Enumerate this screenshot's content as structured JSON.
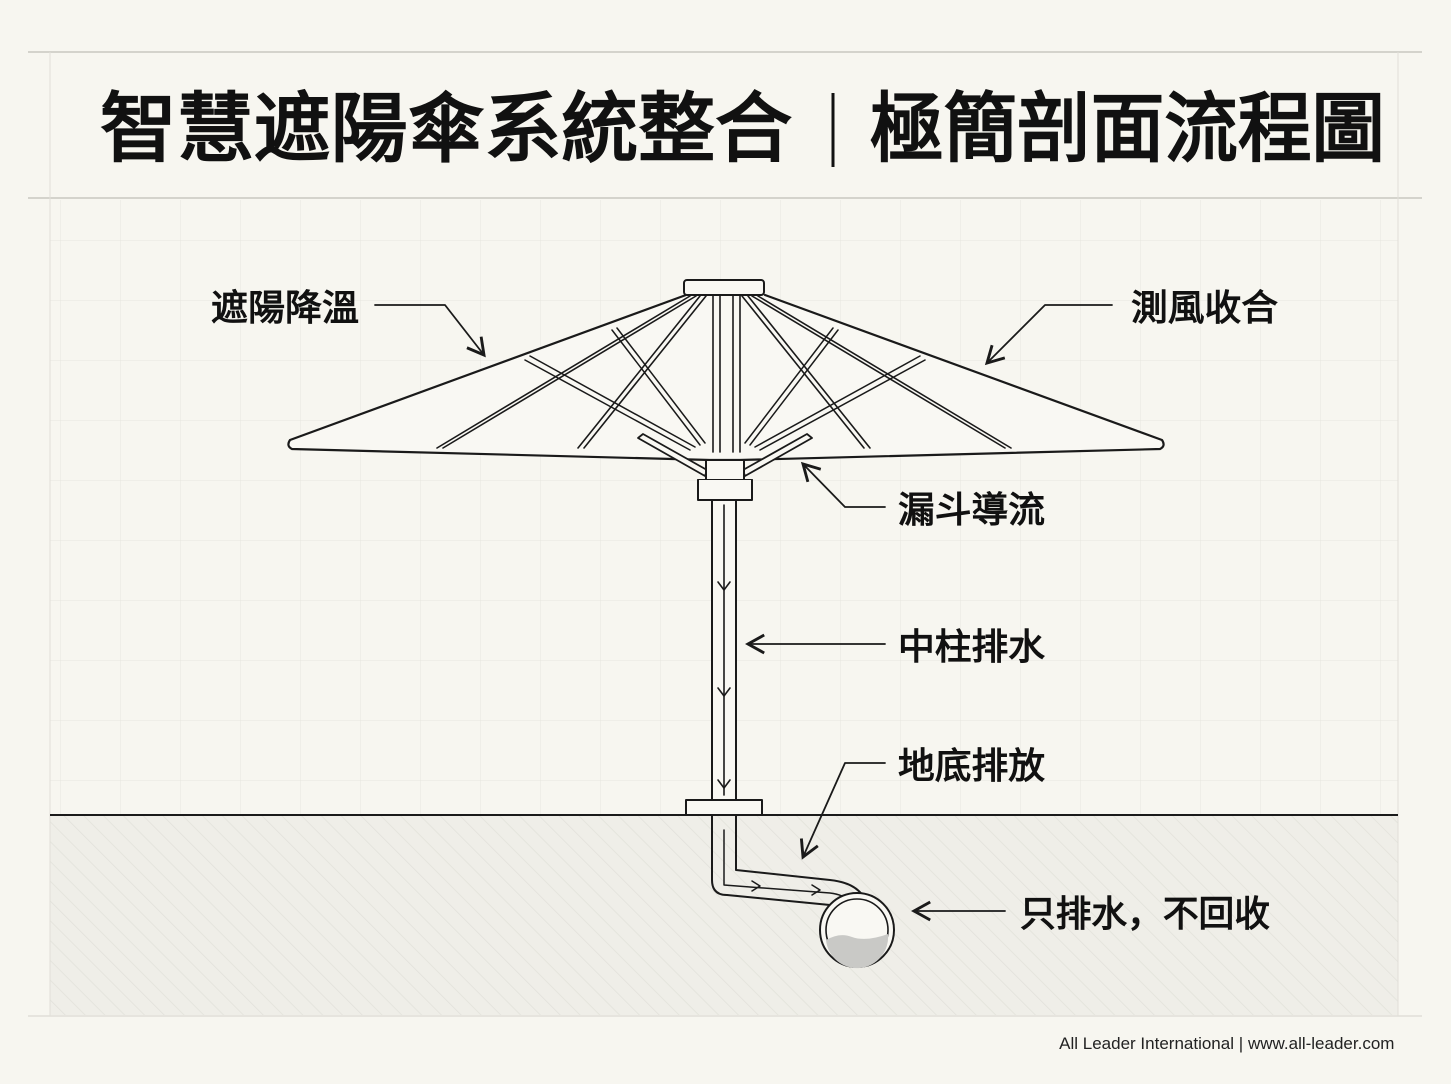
{
  "title": {
    "main": "智慧遮陽傘系統整合",
    "separator": "｜",
    "sub": "極簡剖面流程圖"
  },
  "labels": {
    "shade_cooling": "遮陽降溫",
    "wind_sensing": "測風收合",
    "funnel_guide": "漏斗導流",
    "pole_drain": "中柱排水",
    "ground_discharge": "地底排放",
    "drain_only": "只排水，不回收"
  },
  "footer": {
    "company": "All Leader International",
    "divider": "|",
    "website": "www.all-leader.com"
  },
  "colors": {
    "background": "#f7f6f0",
    "line": "#1a1a1a",
    "grid": "#e4e3dc",
    "ground": "#ecebe5",
    "water": "#c9c9c6"
  }
}
